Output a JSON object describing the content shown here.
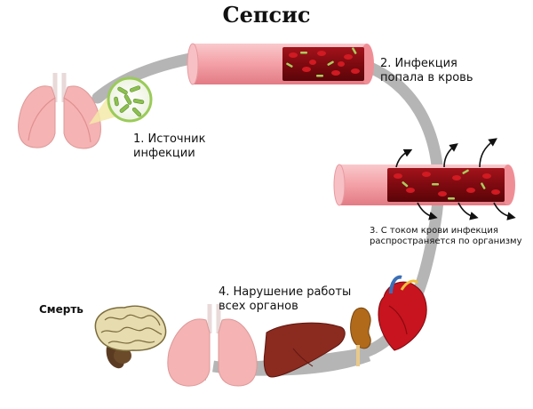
{
  "title": "Сепсис",
  "steps": [
    {
      "line1": "1. Источник",
      "line2": "инфекции"
    },
    {
      "line1": "2. Инфекция",
      "line2": "попала в кровь"
    },
    {
      "line1": "3. С током крови инфекция",
      "line2": "распространяется по организму"
    },
    {
      "line1": "4. Нарушение работы",
      "line2": "всех органов"
    }
  ],
  "outcome": "Смерть",
  "colors": {
    "cycle_arrow": "#b5b5b5",
    "vessel_wall": "#f2a3a8",
    "blood": "#8b0c12",
    "red_cells": "#d11a22",
    "bacteria": "#a9cc5c",
    "lung": "#f5b3b3",
    "liver": "#8b2a1f",
    "brain": "#e6dcb0"
  },
  "icons": [
    "lungs-icon",
    "bacteria-magnifier-icon",
    "blood-vessel-icon",
    "brain-icon",
    "liver-icon",
    "kidney-icon",
    "heart-icon"
  ]
}
